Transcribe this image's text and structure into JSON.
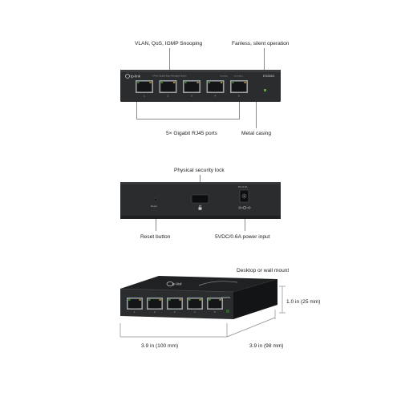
{
  "front_view": {
    "brand": "tp-link",
    "model": "ES205G",
    "panel_text": "5-Port Gigabit Easy Managed Switch",
    "port_numbers": [
      "1",
      "2",
      "3",
      "4",
      "5"
    ],
    "led_labels": [
      "1000Mbps",
      "10/100Mbps"
    ],
    "callouts": {
      "vlan": "VLAN, QoS, IGMP Snooping",
      "fanless": "Fanless, silent operation",
      "ports": "5× Gigabit RJ45 ports",
      "casing": "Metal casing"
    }
  },
  "rear_view": {
    "reset_text": "Reset",
    "power_text": "5V⎓0.6A",
    "callouts": {
      "lock": "Physical security lock",
      "reset": "Reset button",
      "power": "5VDC/0.6A power input"
    }
  },
  "iso_view": {
    "brand": "tp-link",
    "model": "ES205G",
    "port_numbers": [
      "1",
      "2",
      "3",
      "4",
      "5"
    ],
    "callouts": {
      "mount": "Desktop or wall mount",
      "height": "1.0 in (25 mm)",
      "width": "3.9 in (100 mm)",
      "depth": "3.9 in (98 mm)"
    }
  },
  "colors": {
    "casing": "#2a2c2e",
    "casing_dark": "#17191a",
    "port_metal": "#9aa1a5",
    "led_green": "#4caf2a",
    "led_amber": "#d9b43a",
    "callout_line": "#8a8a8a"
  }
}
